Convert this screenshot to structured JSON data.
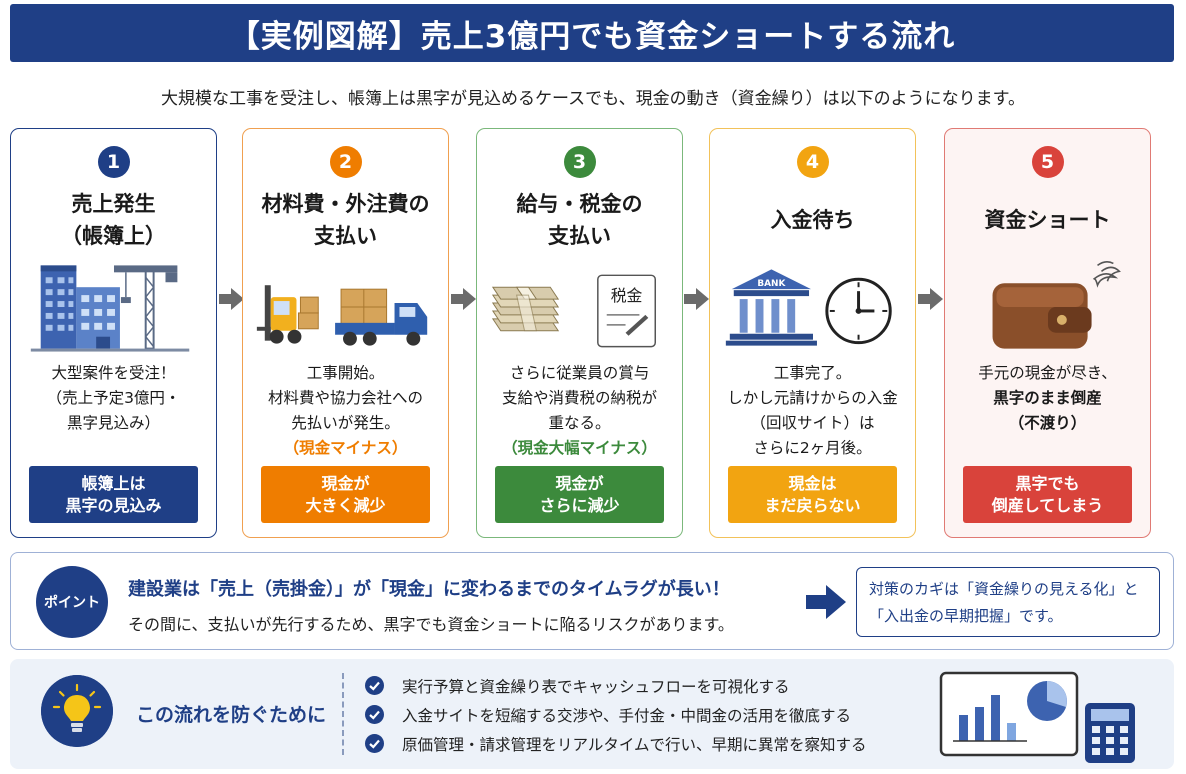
{
  "title": "【実例図解】売上3億円でも資金ショートする流れ",
  "lead": "大規模な工事を受注し、帳簿上は黒字が見込めるケースでも、現金の動き（資金繰り）は以下のようになります。",
  "steps": [
    {
      "num": "1",
      "title_lines": [
        "売上発生",
        "（帳簿上）"
      ],
      "desc_lines": [
        "大型案件を受注！",
        "（売上予定3億円・",
        "黒字見込み）"
      ],
      "emph": "",
      "badge_lines": [
        "帳簿上は",
        "黒字の見込み"
      ],
      "color": "#1f3f86",
      "icon": "building-crane-icon"
    },
    {
      "num": "2",
      "title_lines": [
        "材料費・外注費の",
        "支払い"
      ],
      "desc_lines": [
        "工事開始。",
        "材料費や協力会社への",
        "先払いが発生。"
      ],
      "emph": "（現金マイナス）",
      "badge_lines": [
        "現金が",
        "大きく減少"
      ],
      "color": "#ef7d00",
      "icon": "forklift-truck-icon"
    },
    {
      "num": "3",
      "title_lines": [
        "給与・税金の",
        "支払い"
      ],
      "desc_lines": [
        "さらに従業員の賞与",
        "支給や消費税の納税が",
        "重なる。"
      ],
      "emph": "（現金大幅マイナス）",
      "badge_lines": [
        "現金が",
        "さらに減少"
      ],
      "color": "#3c8a3c",
      "icon": "cash-tax-document-icon",
      "tax_label": "税金"
    },
    {
      "num": "4",
      "title_lines": [
        "入金待ち"
      ],
      "desc_lines": [
        "工事完了。",
        "しかし元請けからの入金",
        "（回収サイト）は",
        "さらに2ヶ月後。"
      ],
      "emph": "",
      "badge_lines": [
        "現金は",
        "まだ戻らない"
      ],
      "color": "#f2a411",
      "icon": "bank-clock-icon",
      "bank_label": "BANK"
    },
    {
      "num": "5",
      "title_lines": [
        "資金ショート"
      ],
      "desc_lines": [
        "手元の現金が尽き、",
        "黒字のまま倒産",
        "（不渡り）"
      ],
      "emph": "",
      "badge_lines": [
        "黒字でも",
        "倒産してしまう"
      ],
      "color": "#d9433b",
      "icon": "empty-wallet-icon"
    }
  ],
  "point": {
    "label": "ポイント",
    "main": "建設業は「売上（売掛金）」が「現金」に変わるまでのタイムラグが長い！",
    "sub": "その間に、支払いが先行するため、黒字でも資金ショートに陥るリスクがあります。",
    "key_line1": "対策のカギは「資金繰りの見える化」と",
    "key_line2": "「入出金の早期把握」です。"
  },
  "prevent": {
    "title": "この流れを防ぐために",
    "items": [
      "実行予算と資金繰り表でキャッシュフローを可視化する",
      "入金サイトを短縮する交渉や、手付金・中間金の活用を徹底する",
      "原価管理・請求管理をリアルタイムで行い、早期に異常を察知する"
    ]
  },
  "colors": {
    "navy": "#1f3f86",
    "orange": "#ef7d00",
    "green": "#3c8a3c",
    "yellow": "#f2a411",
    "red": "#d9433b"
  }
}
